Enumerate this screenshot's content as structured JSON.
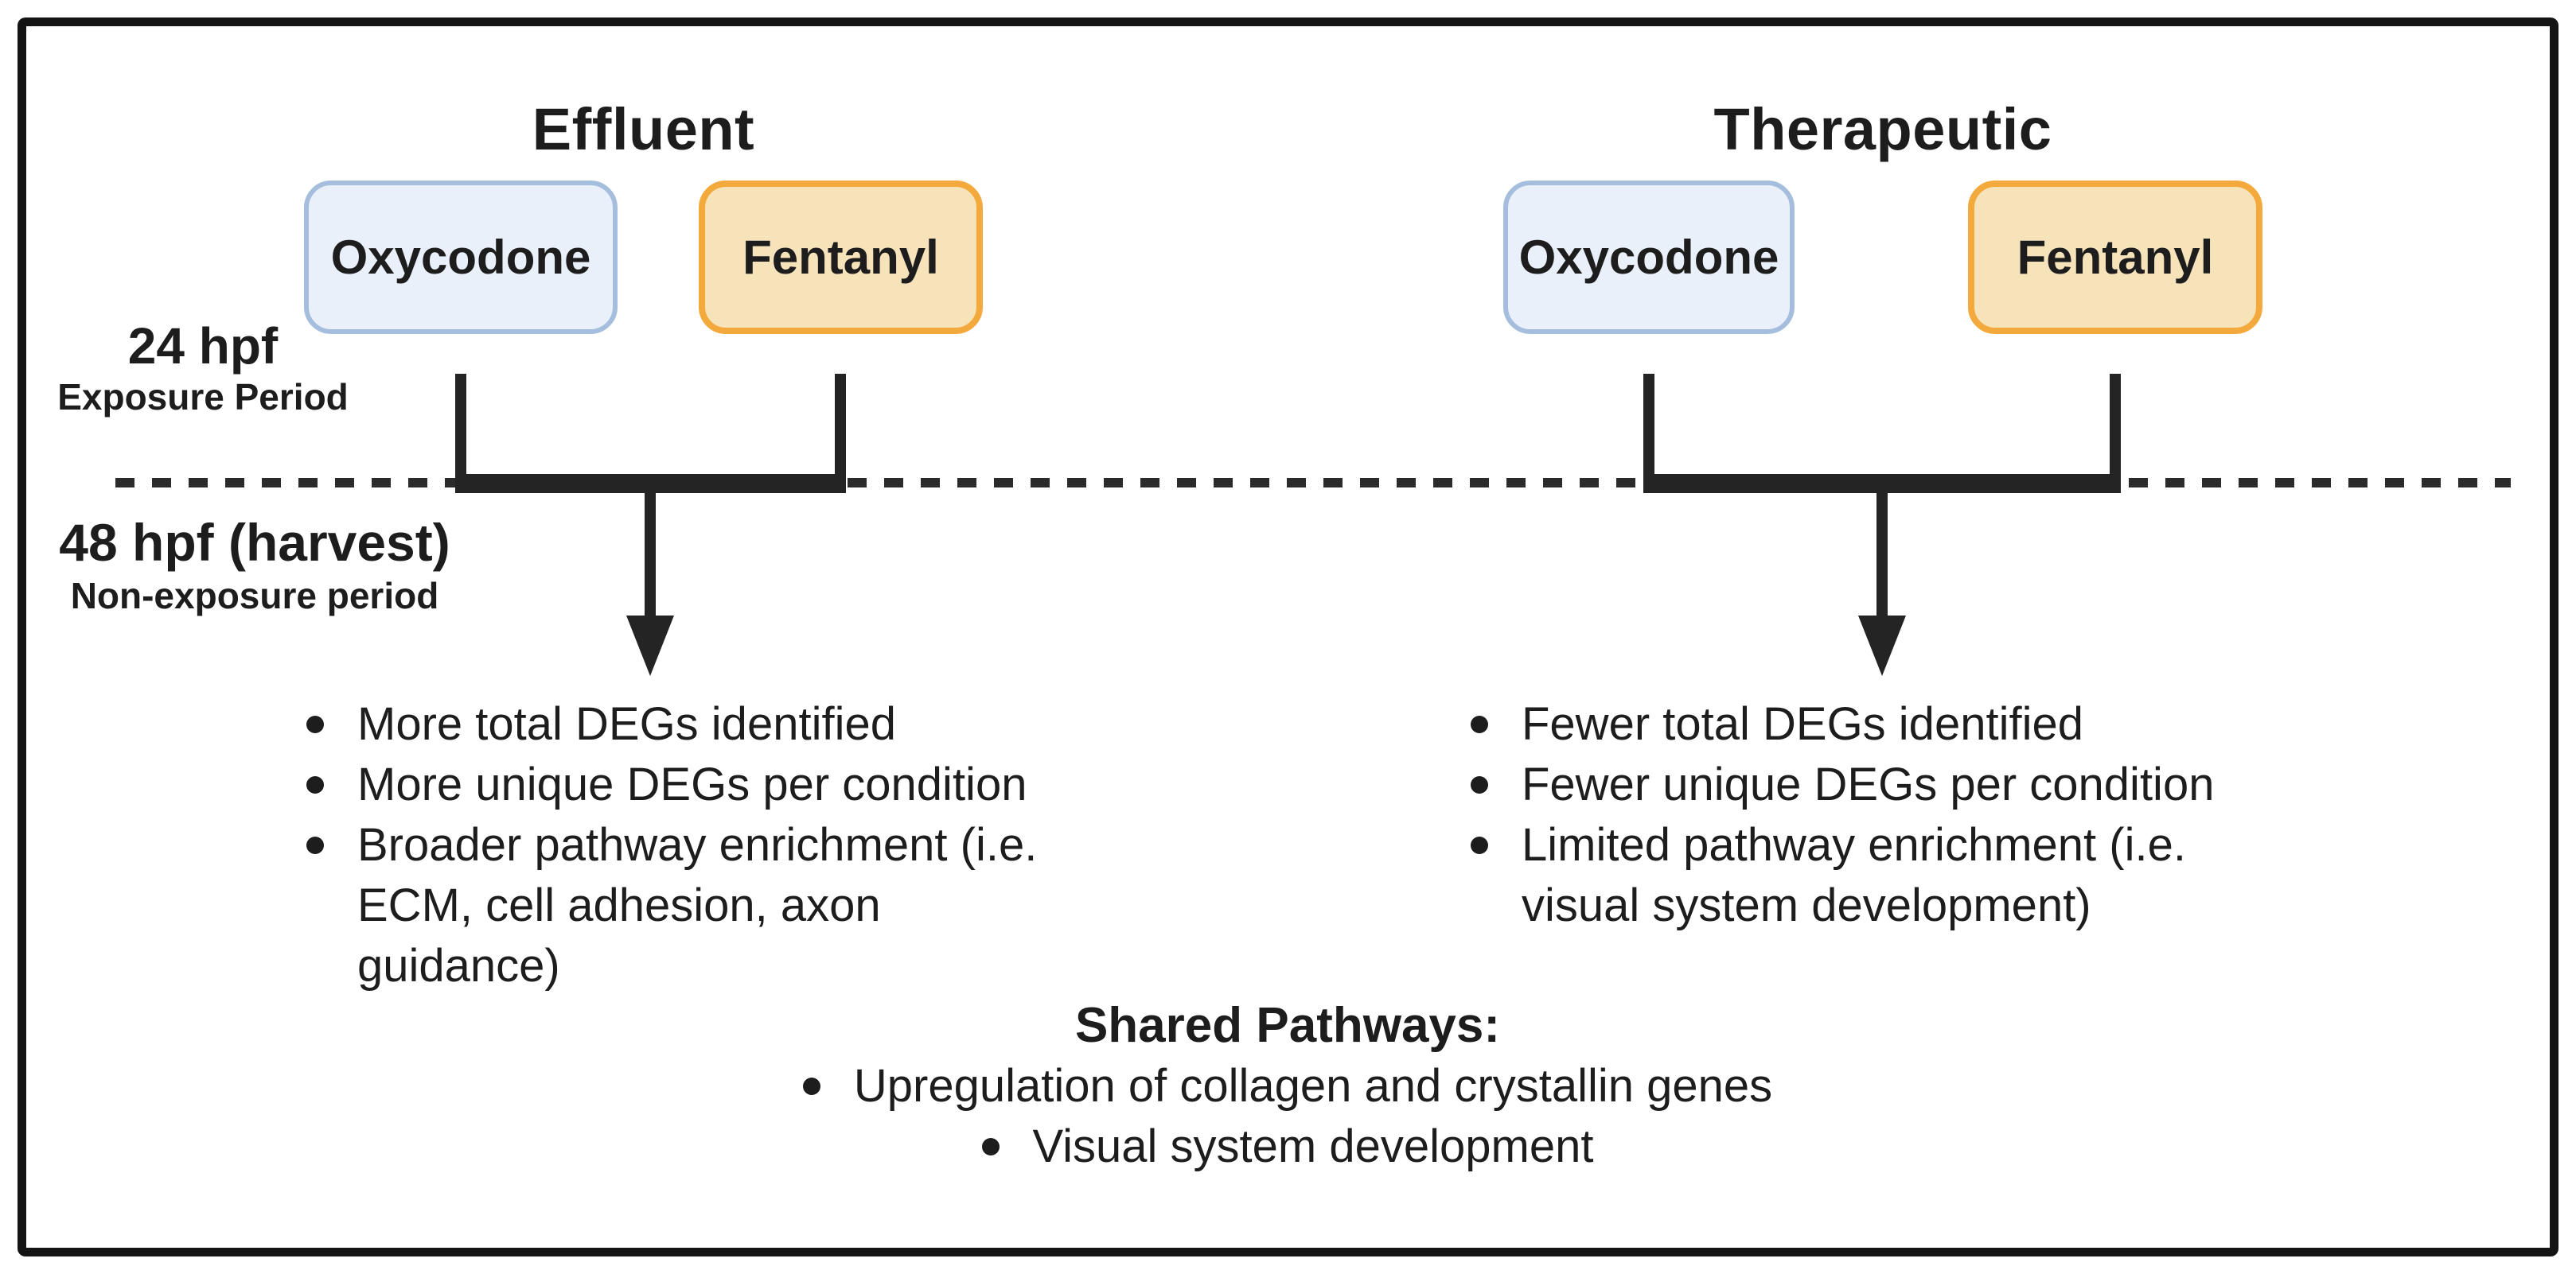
{
  "groups": [
    {
      "title": "Effluent",
      "boxes": [
        {
          "label": "Oxycodone"
        },
        {
          "label": "Fentanyl"
        }
      ],
      "bullets": [
        "More total DEGs identified",
        "More unique DEGs per condition",
        "Broader pathway enrichment (i.e. ECM, cell adhesion, axon guidance)"
      ]
    },
    {
      "title": "Therapeutic",
      "boxes": [
        {
          "label": "Oxycodone"
        },
        {
          "label": "Fentanyl"
        }
      ],
      "bullets": [
        "Fewer total DEGs identified",
        "Fewer unique DEGs per condition",
        "Limited pathway enrichment (i.e. visual system development)"
      ]
    }
  ],
  "timeline": {
    "start_label": "24 hpf",
    "start_sublabel": "Exposure Period",
    "end_label": "48 hpf (harvest)",
    "end_sublabel": "Non-exposure period"
  },
  "shared_pathways": {
    "heading": "Shared Pathways:",
    "bullets": [
      "Upregulation of collagen and crystallin genes",
      "Visual system development"
    ]
  },
  "colors": {
    "oxycodone_fill": "#e9f0fa",
    "oxycodone_border": "#a6bede",
    "fentanyl_fill": "#f6e3ba",
    "fentanyl_border": "#f4a93c",
    "line_ink": "#242424",
    "text_ink": "#1d1d1d"
  }
}
